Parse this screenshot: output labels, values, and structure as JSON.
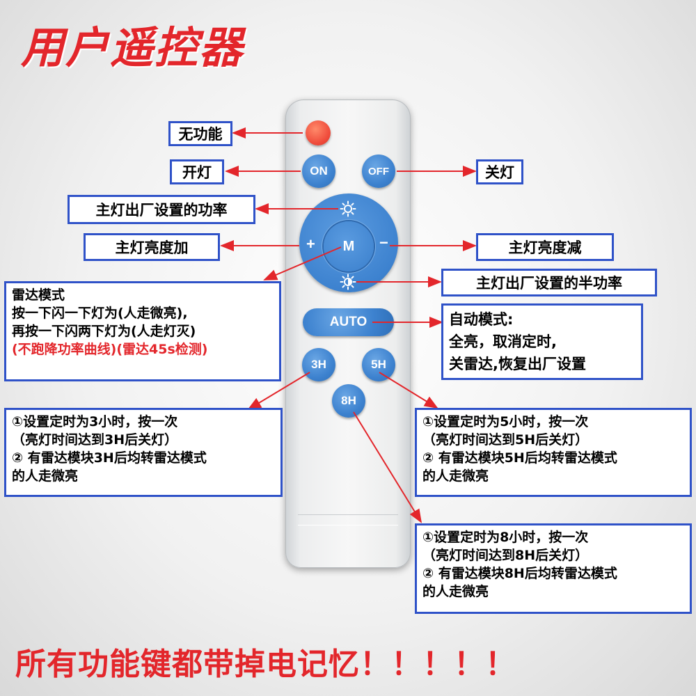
{
  "title": "用户遥控器",
  "footer": "所有功能键都带掉电记忆！！！！！",
  "remote": {
    "buttons": {
      "on": "ON",
      "off": "OFF",
      "m": "M",
      "plus": "+",
      "minus": "−",
      "auto": "AUTO",
      "h3": "3H",
      "h5": "5H",
      "h8": "8H"
    }
  },
  "labels": {
    "no_function": "无功能",
    "light_on": "开灯",
    "light_off": "关灯",
    "full_power": "主灯出厂设置的功率",
    "brightness_up": "主灯亮度加",
    "brightness_down": "主灯亮度减",
    "half_power": "主灯出厂设置的半功率",
    "radar": {
      "line1": "雷达模式",
      "line2": "按一下闪一下灯为(人走微亮),",
      "line3": "再按一下闪两下灯为(人走灯灭)",
      "line4": "(不跑降功率曲线)(雷达45s检测)"
    },
    "auto": {
      "line1": "自动模式:",
      "line2": "全亮，取消定时,",
      "line3": "关雷达,恢复出厂设置"
    },
    "timer3": {
      "line1": "①设置定时为3小时，按一次",
      "line2": "（亮灯时间达到3H后关灯）",
      "line3": "② 有雷达模块3H后均转雷达模式",
      "line4": "的人走微亮"
    },
    "timer5": {
      "line1": "①设置定时为5小时，按一次",
      "line2": "（亮灯时间达到5H后关灯）",
      "line3": "② 有雷达模块5H后均转雷达模式",
      "line4": "的人走微亮"
    },
    "timer8": {
      "line1": "①设置定时为8小时，按一次",
      "line2": "（亮灯时间达到8H后关灯）",
      "line3": "② 有雷达模块8H后均转雷达模式",
      "line4": "的人走微亮"
    }
  },
  "colors": {
    "title_red": "#e3262b",
    "button_blue": "#3d82cf",
    "box_border": "#2f52c8",
    "arrow_red": "#e3262b"
  },
  "icons": [
    "sun-full-icon",
    "sun-half-icon"
  ]
}
